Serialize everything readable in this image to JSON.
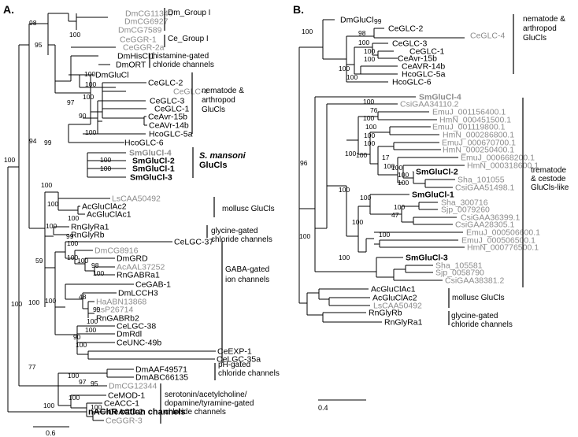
{
  "colors": {
    "black": "#000000",
    "grey": "#8c8c8c"
  },
  "panel_a": {
    "label": "A.",
    "scale_label": "0.6",
    "leaves": [
      {
        "text": "DmCG11340",
        "color": "grey",
        "bold": false
      },
      {
        "text": "DmCG6927",
        "color": "grey",
        "bold": false
      },
      {
        "text": "DmCG7589",
        "color": "grey",
        "bold": false
      },
      {
        "text": "CeGGR-1",
        "color": "grey",
        "bold": false
      },
      {
        "text": "CeGGR-2a",
        "color": "grey",
        "bold": false
      },
      {
        "text": "DmHisCl1",
        "color": "black",
        "bold": false
      },
      {
        "text": "DmORT",
        "color": "black",
        "bold": false
      },
      {
        "text": "DmGluCl",
        "color": "black",
        "bold": false
      },
      {
        "text": "CeGLC-2",
        "color": "black",
        "bold": false
      },
      {
        "text": "CeGLC-4",
        "color": "grey",
        "bold": false
      },
      {
        "text": "CeGLC-3",
        "color": "black",
        "bold": false
      },
      {
        "text": "CeGLC-1",
        "color": "black",
        "bold": false
      },
      {
        "text": "CeAvr-15b",
        "color": "black",
        "bold": false
      },
      {
        "text": "CeAVr-14b",
        "color": "black",
        "bold": false
      },
      {
        "text": "HcoGLC-5a",
        "color": "black",
        "bold": false
      },
      {
        "text": "HcoGLC-6",
        "color": "black",
        "bold": false
      },
      {
        "text": "SmGluCl-4",
        "color": "grey",
        "bold": true
      },
      {
        "text": "SmGluCl-2",
        "color": "black",
        "bold": true
      },
      {
        "text": "SmGluCl-1",
        "color": "black",
        "bold": true
      },
      {
        "text": "SmGluCl-3",
        "color": "black",
        "bold": true
      },
      {
        "text": "LsCAA50492",
        "color": "grey",
        "bold": false
      },
      {
        "text": "AcGluClAc2",
        "color": "black",
        "bold": false
      },
      {
        "text": "AcGluClAc1",
        "color": "black",
        "bold": false
      },
      {
        "text": "RnGlyRa1",
        "color": "black",
        "bold": false
      },
      {
        "text": "RnGlyRb",
        "color": "black",
        "bold": false
      },
      {
        "text": "CeLGC-37",
        "color": "black",
        "bold": false
      },
      {
        "text": "DmCG8916",
        "color": "grey",
        "bold": false
      },
      {
        "text": "DmGRD",
        "color": "black",
        "bold": false
      },
      {
        "text": "AcAAL37252",
        "color": "grey",
        "bold": false
      },
      {
        "text": "RnGABRa1",
        "color": "black",
        "bold": false
      },
      {
        "text": "CeGAB-1",
        "color": "black",
        "bold": false
      },
      {
        "text": "DmLCCH3",
        "color": "black",
        "bold": false
      },
      {
        "text": "HaABN13868",
        "color": "grey",
        "bold": false
      },
      {
        "text": "LsP26714",
        "color": "grey",
        "bold": false
      },
      {
        "text": "RnGABRb2",
        "color": "black",
        "bold": false
      },
      {
        "text": "CeLGC-38",
        "color": "black",
        "bold": false
      },
      {
        "text": "DmRdl",
        "color": "black",
        "bold": false
      },
      {
        "text": "CeUNC-49b",
        "color": "black",
        "bold": false
      },
      {
        "text": "CeEXP-1",
        "color": "black",
        "bold": false
      },
      {
        "text": "CeLGC-35a",
        "color": "black",
        "bold": false
      },
      {
        "text": "DmAAF49571",
        "color": "black",
        "bold": false
      },
      {
        "text": "DmABC66135",
        "color": "black",
        "bold": false
      },
      {
        "text": "DmCG12344",
        "color": "grey",
        "bold": false
      },
      {
        "text": "CeMOD-1",
        "color": "black",
        "bold": false
      },
      {
        "text": "CeACC-1",
        "color": "black",
        "bold": false
      },
      {
        "text": "CeACC-2",
        "color": "black",
        "bold": false
      },
      {
        "text": "CeGGR-3",
        "color": "grey",
        "bold": false
      },
      {
        "text": "nAChR cation channels",
        "color": "black",
        "bold": true
      }
    ],
    "bootstrap": [
      "100",
      "95",
      "100",
      "98",
      "100",
      "94",
      "99",
      "97",
      "100",
      "100",
      "100",
      "100",
      "90",
      "100",
      "100",
      "100",
      "100",
      "100",
      "100",
      "99",
      "100",
      "59",
      "100",
      "100",
      "98",
      "100",
      "100",
      "48",
      "99",
      "100",
      "100",
      "90",
      "100",
      "77",
      "100",
      "97",
      "100",
      "100",
      "95",
      "100",
      "100"
    ],
    "groups": [
      {
        "lines": [
          "Dm_Group I"
        ],
        "italic_first": false
      },
      {
        "lines": [
          "Ce_Group I"
        ],
        "italic_first": false
      },
      {
        "lines": [
          "histamine-gated",
          "chloride channels"
        ],
        "italic_first": false
      },
      {
        "lines": [
          "nematode &",
          "arthropod",
          "GluCls"
        ],
        "italic_first": false
      },
      {
        "lines": [
          "S. mansoni",
          "GluCls"
        ],
        "italic_first": true
      },
      {
        "lines": [
          "mollusc GluCls"
        ],
        "italic_first": false
      },
      {
        "lines": [
          "glycine-gated",
          "chloride channels"
        ],
        "italic_first": false
      },
      {
        "lines": [
          "GABA-gated",
          "ion channels"
        ],
        "italic_first": false
      },
      {
        "lines": [
          "pH-gated",
          "chloride channels"
        ],
        "italic_first": false
      },
      {
        "lines": [
          "serotonin/acetylcholine/",
          "dopamine/tyramine-gated",
          "chloride channels"
        ],
        "italic_first": false
      }
    ]
  },
  "panel_b": {
    "label": "B.",
    "scale_label": "0.4",
    "leaves": [
      {
        "text": "DmGluCl",
        "color": "black",
        "bold": false
      },
      {
        "text": "CeGLC-2",
        "color": "black",
        "bold": false
      },
      {
        "text": "CeGLC-4",
        "color": "grey",
        "bold": false
      },
      {
        "text": "CeGLC-3",
        "color": "black",
        "bold": false
      },
      {
        "text": "CeGLC-1",
        "color": "black",
        "bold": false
      },
      {
        "text": "CeAvr-15b",
        "color": "black",
        "bold": false
      },
      {
        "text": "CeAVR-14b",
        "color": "black",
        "bold": false
      },
      {
        "text": "HcoGLC-5a",
        "color": "black",
        "bold": false
      },
      {
        "text": "HcoGLC-6",
        "color": "black",
        "bold": false
      },
      {
        "text": "SmGluCl-4",
        "color": "grey",
        "bold": true
      },
      {
        "text": "CsiGAA34110.2",
        "color": "grey",
        "bold": false
      },
      {
        "text": "EmuJ_001156400.1",
        "color": "grey",
        "bold": false
      },
      {
        "text": "HmN_000451500.1",
        "color": "grey",
        "bold": false
      },
      {
        "text": "EmuJ_001119800.1",
        "color": "grey",
        "bold": false
      },
      {
        "text": "HmN_000286800.1",
        "color": "grey",
        "bold": false
      },
      {
        "text": "EmuJ_000670700.1",
        "color": "grey",
        "bold": false
      },
      {
        "text": "HmN_000250400.1",
        "color": "grey",
        "bold": false
      },
      {
        "text": "EmuJ_000668200.1",
        "color": "grey",
        "bold": false
      },
      {
        "text": "HmN_000318600.1",
        "color": "grey",
        "bold": false
      },
      {
        "text": "SmGluCl-2",
        "color": "black",
        "bold": true
      },
      {
        "text": "Sha_101055",
        "color": "grey",
        "bold": false
      },
      {
        "text": "CsiGAA51498.1",
        "color": "grey",
        "bold": false
      },
      {
        "text": "SmGluCl-1",
        "color": "black",
        "bold": true
      },
      {
        "text": "Sha_300716",
        "color": "grey",
        "bold": false
      },
      {
        "text": "Sjp_0079260",
        "color": "grey",
        "bold": false
      },
      {
        "text": "CsiGAA36399.1",
        "color": "grey",
        "bold": false
      },
      {
        "text": "CsiGAA28305.1",
        "color": "grey",
        "bold": false
      },
      {
        "text": "EmuJ_000506600.1",
        "color": "grey",
        "bold": false
      },
      {
        "text": "EmuJ_000506500.1",
        "color": "grey",
        "bold": false
      },
      {
        "text": "HmN_000776500.1",
        "color": "grey",
        "bold": false
      },
      {
        "text": "SmGluCl-3",
        "color": "black",
        "bold": true
      },
      {
        "text": "Sha_105581",
        "color": "grey",
        "bold": false
      },
      {
        "text": "Sjp_0058790",
        "color": "grey",
        "bold": false
      },
      {
        "text": "CsiGAA38381.2",
        "color": "grey",
        "bold": false
      },
      {
        "text": "AcGluClAc1",
        "color": "black",
        "bold": false
      },
      {
        "text": "AcGluClAc2",
        "color": "black",
        "bold": false
      },
      {
        "text": "LsCAA50492",
        "color": "grey",
        "bold": false
      },
      {
        "text": "RnGlyRb",
        "color": "black",
        "bold": false
      },
      {
        "text": "RnGlyRa1",
        "color": "black",
        "bold": false
      }
    ],
    "bootstrap": [
      "100",
      "99",
      "98",
      "100",
      "100",
      "100",
      "100",
      "100",
      "96",
      "100",
      "100",
      "100",
      "76",
      "100",
      "100",
      "100",
      "100",
      "100",
      "17",
      "100",
      "100",
      "100",
      "100",
      "100",
      "100",
      "47",
      "100",
      "100",
      "100",
      "100"
    ],
    "groups": [
      {
        "lines": [
          "nematode &",
          "arthropod",
          "GluCls"
        ]
      },
      {
        "lines": [
          "trematode",
          "& cestode",
          "GluCls-like"
        ]
      },
      {
        "lines": [
          "mollusc GluCls"
        ]
      },
      {
        "lines": [
          "glycine-gated",
          "chloride channels"
        ]
      }
    ]
  }
}
